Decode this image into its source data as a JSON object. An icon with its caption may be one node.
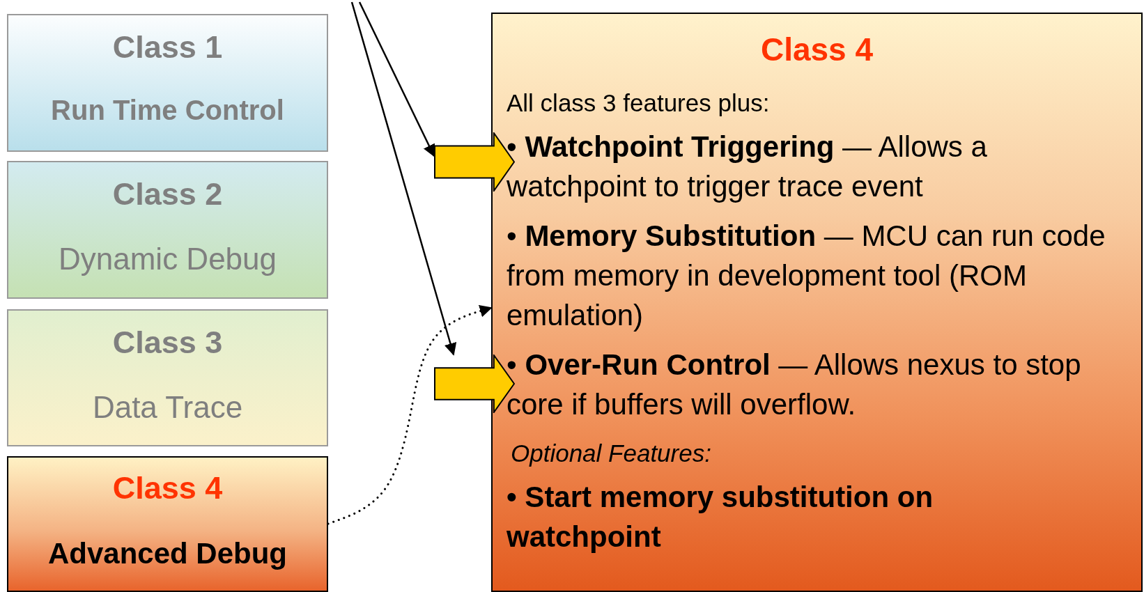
{
  "diagram": {
    "nodes": [
      {
        "text": [
          "Class 1",
          "Run Time Control"
        ]
      },
      {
        "text": [
          "Class 2",
          "Dynamic Debug"
        ]
      },
      {
        "text": [
          "Class 3",
          "Data Trace"
        ]
      },
      {
        "text": [
          "Class 4",
          "Advanced Debug"
        ]
      },
      {
        "text": [
          "Class 4",
          "All class 3 features plus:",
          "• **Watchpoint Triggering** — Allows a watchpoint to trigger trace event",
          "• **Memory Substitution** — MCU can run code from memory in development tool (ROM emulation)",
          "• **Over-Run Control** — Allows nexus to stop core if buffers will overflow.",
          "Optional Features:",
          "• Start memory substitution on watchpoint"
        ]
      },
      {
        "text": [],
        "shape": "arrow"
      },
      {
        "text": [],
        "shape": "arrow"
      }
    ],
    "edges": [
      {
        "from": null,
        "to": 5,
        "arrow": "to"
      },
      {
        "from": null,
        "to": 6,
        "arrow": "to"
      },
      {
        "from": 3,
        "to": 4,
        "arrow": "to",
        "style": "dashed"
      }
    ]
  }
}
